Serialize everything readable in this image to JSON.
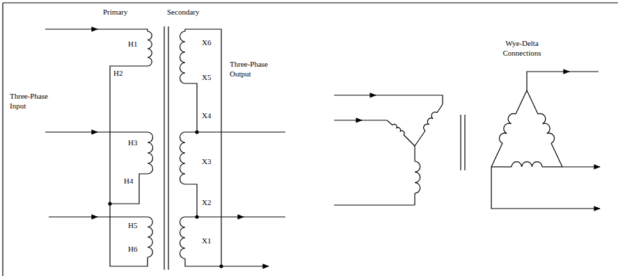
{
  "diagram": {
    "labels": [
      "Primary",
      "Secondary",
      "H1",
      "H2",
      "H3",
      "H4",
      "H5",
      "H6",
      "X6",
      "X5",
      "X4",
      "X3",
      "X2",
      "X1",
      "Three-Phase Input",
      "Three-Phase Output",
      "Wye-Delta Connections"
    ]
  }
}
